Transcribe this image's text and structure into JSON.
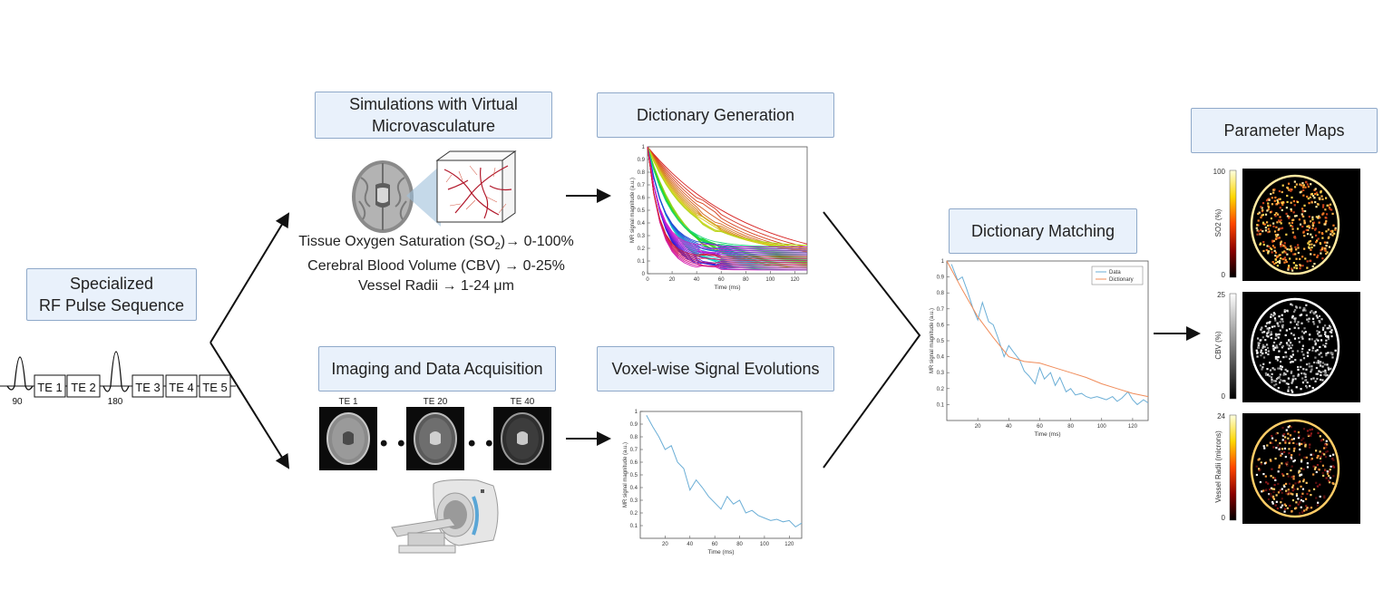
{
  "boxes": {
    "rf": "Specialized\nRF Pulse Sequence",
    "sim": "Simulations with Virtual\nMicrovasculature",
    "dict_gen": "Dictionary Generation",
    "imaging": "Imaging and Data Acquisition",
    "voxel": "Voxel-wise Signal Evolutions",
    "matching": "Dictionary Matching",
    "maps": "Parameter Maps"
  },
  "sim_params": {
    "so2_prefix": "Tissue Oxygen Saturation (SO",
    "so2_sub": "2",
    "so2_suffix": ")→ 0-100%",
    "cbv": "Cerebral Blood Volume (CBV) → 0-25%",
    "radii": "Vessel Radii → 1-24 μm"
  },
  "pulse": {
    "blocks": [
      "TE 1",
      "TE 2",
      "TE 3",
      "TE 4",
      "TE 5"
    ],
    "angle1": "90",
    "angle2": "180"
  },
  "te_labels": [
    "TE 1",
    "TE 20",
    "TE 40"
  ],
  "ellipsis": "• • •",
  "chart_data": [
    {
      "id": "dictionary",
      "type": "line",
      "xlabel": "Time (ms)",
      "ylabel": "MR signal magnitude (a.u.)",
      "xlim": [
        0,
        130
      ],
      "ylim": [
        0,
        1
      ],
      "xticks": [
        0,
        20,
        40,
        60,
        80,
        100,
        120
      ],
      "yticks": [
        0,
        0.1,
        0.2,
        0.3,
        0.4,
        0.5,
        0.6,
        0.7,
        0.8,
        0.9,
        1
      ],
      "series_count": 60
    },
    {
      "id": "voxel",
      "type": "line",
      "xlabel": "Time (ms)",
      "ylabel": "MR signal magnitude (a.u.)",
      "xlim": [
        0,
        130
      ],
      "ylim": [
        0,
        1
      ],
      "xticks": [
        20,
        40,
        60,
        80,
        100,
        120
      ],
      "yticks": [
        0.1,
        0.2,
        0.3,
        0.4,
        0.5,
        0.6,
        0.7,
        0.8,
        0.9,
        1
      ],
      "series": [
        {
          "color": "#6baed6",
          "x": [
            5,
            10,
            15,
            20,
            25,
            30,
            35,
            40,
            45,
            50,
            55,
            60,
            65,
            70,
            75,
            80,
            85,
            90,
            95,
            100,
            105,
            110,
            115,
            120,
            125,
            130
          ],
          "y": [
            0.97,
            0.88,
            0.8,
            0.7,
            0.73,
            0.6,
            0.55,
            0.38,
            0.46,
            0.4,
            0.33,
            0.28,
            0.23,
            0.33,
            0.27,
            0.3,
            0.2,
            0.22,
            0.18,
            0.16,
            0.14,
            0.15,
            0.13,
            0.14,
            0.09,
            0.12
          ]
        }
      ]
    },
    {
      "id": "matching",
      "type": "line",
      "xlabel": "Time (ms)",
      "ylabel": "MR signal magnitude (a.u.)",
      "xlim": [
        0,
        130
      ],
      "ylim": [
        0,
        1
      ],
      "xticks": [
        20,
        40,
        60,
        80,
        100,
        120
      ],
      "yticks": [
        0.1,
        0.2,
        0.3,
        0.4,
        0.5,
        0.6,
        0.7,
        0.8,
        0.9,
        1
      ],
      "legend": "top-right",
      "series": [
        {
          "name": "Data",
          "color": "#6baed6",
          "x": [
            3,
            7,
            10,
            13,
            17,
            20,
            23,
            27,
            30,
            33,
            37,
            40,
            43,
            47,
            50,
            53,
            57,
            60,
            63,
            67,
            70,
            73,
            77,
            80,
            83,
            87,
            90,
            93,
            97,
            100,
            103,
            107,
            110,
            113,
            117,
            120,
            123,
            127,
            130
          ],
          "y": [
            0.98,
            0.88,
            0.9,
            0.82,
            0.7,
            0.63,
            0.74,
            0.62,
            0.6,
            0.52,
            0.4,
            0.47,
            0.43,
            0.38,
            0.31,
            0.28,
            0.23,
            0.33,
            0.26,
            0.3,
            0.22,
            0.27,
            0.18,
            0.2,
            0.16,
            0.17,
            0.15,
            0.14,
            0.15,
            0.14,
            0.13,
            0.15,
            0.12,
            0.14,
            0.18,
            0.13,
            0.1,
            0.13,
            0.11
          ]
        },
        {
          "name": "Dictionary",
          "color": "#f08c5a",
          "x": [
            0,
            10,
            20,
            30,
            40,
            50,
            60,
            70,
            80,
            90,
            100,
            110,
            120,
            130
          ],
          "y": [
            1.0,
            0.82,
            0.65,
            0.52,
            0.4,
            0.37,
            0.36,
            0.33,
            0.3,
            0.27,
            0.23,
            0.2,
            0.17,
            0.15
          ]
        }
      ]
    },
    {
      "id": "so2_map",
      "type": "heatmap",
      "ylabel": "SO2 (%)",
      "range": [
        0,
        100
      ],
      "tick_labels": [
        "100",
        "0"
      ]
    },
    {
      "id": "cbv_map",
      "type": "heatmap",
      "ylabel": "CBV (%)",
      "range": [
        0,
        25
      ],
      "tick_labels": [
        "25",
        "0"
      ]
    },
    {
      "id": "radii_map",
      "type": "heatmap",
      "ylabel": "Vessel Radii (microns)",
      "range": [
        0,
        24
      ],
      "tick_labels": [
        "24",
        "0"
      ]
    }
  ]
}
